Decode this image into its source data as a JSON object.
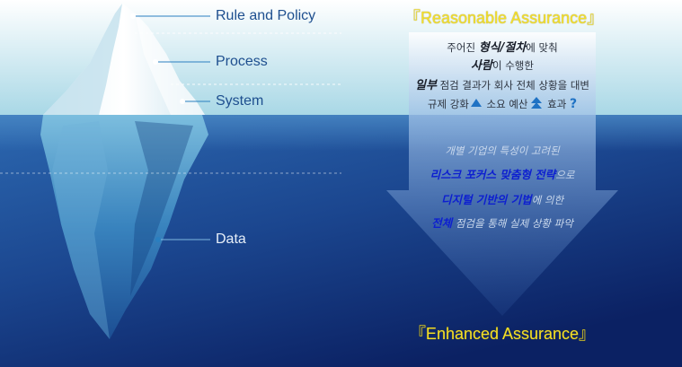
{
  "layers": [
    {
      "label": "Rule and Policy"
    },
    {
      "label": "Process"
    },
    {
      "label": "System"
    },
    {
      "label": "Data"
    }
  ],
  "reasonable": {
    "title": "『Reasonable Assurance』",
    "line1_a": "주어진 ",
    "line1_b": "형식/절차",
    "line1_c": "에 맞춰",
    "line2_a": "사람",
    "line2_b": "이 수행한",
    "line3_a": "일부",
    "line3_b": " 점검 결과가 회사 전체 상황을 대변",
    "line4_a": "규제 강화",
    "line4_b": "소요 예산",
    "line4_c": "효과",
    "question": "?"
  },
  "enhanced": {
    "title": "『Enhanced Assurance』",
    "line1": "개별 기업의 특성이 고려된",
    "line2_a": "리스크 포커스 맞춤형 전략",
    "line2_b": "으로",
    "line3_a": "디지털 기반의 기법",
    "line3_b": "에 의한",
    "line4_a": "전체",
    "line4_b": " 점검을 통해 실제 상황 파악"
  },
  "colors": {
    "title": "#f3df2a",
    "highlight": "#0d1fd0",
    "label": "#1e4f8f",
    "arrow_icon": "#1f72c4"
  }
}
